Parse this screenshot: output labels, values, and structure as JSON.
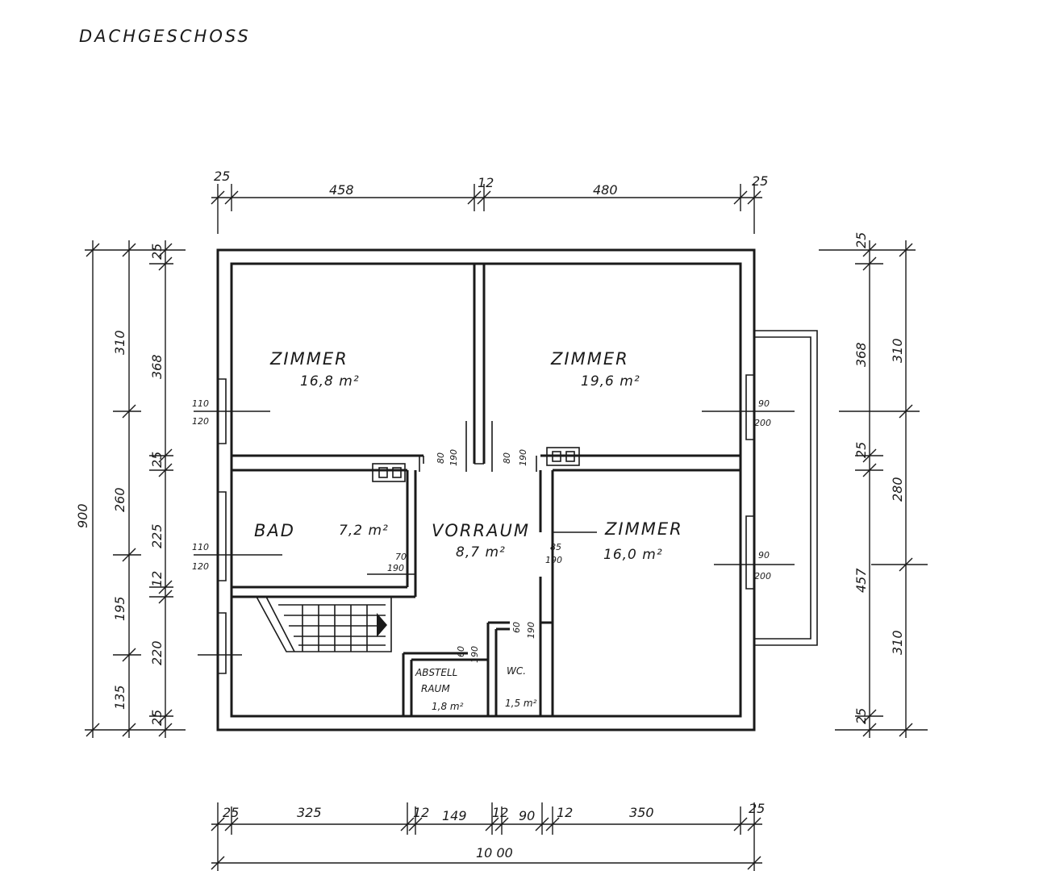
{
  "title": "DACHGESCHOSS",
  "rooms": {
    "zimmer_tl": {
      "name": "ZIMMER",
      "area": "16,8 m²"
    },
    "zimmer_tr": {
      "name": "ZIMMER",
      "area": "19,6 m²"
    },
    "zimmer_br": {
      "name": "ZIMMER",
      "area": "16,0 m²"
    },
    "bad": {
      "name": "BAD",
      "area": "7,2 m²"
    },
    "vorraum": {
      "name": "VORRAUM",
      "area": "8,7 m²"
    },
    "abstellraum": {
      "name1": "ABSTELL",
      "name2": "RAUM",
      "area": "1,8 m²"
    },
    "wc": {
      "name": "WC.",
      "area": "1,5 m²"
    }
  },
  "dims": {
    "top": [
      "25",
      "458",
      "12",
      "480",
      "25"
    ],
    "bottom": [
      "25",
      "325",
      "12",
      "149",
      "12",
      "90",
      "12",
      "350",
      "25"
    ],
    "bottom_total": "10 00",
    "left_outer": "900",
    "left_mid": [
      "310",
      "260",
      "195",
      "135"
    ],
    "left_inner": [
      "25",
      "368",
      "25",
      "225",
      "12",
      "220",
      "25"
    ],
    "right_inner": [
      "25",
      "368",
      "25",
      "457",
      "25"
    ],
    "right_outer": [
      "310",
      "280",
      "310"
    ]
  },
  "openings": {
    "win_tl": [
      "110",
      "120"
    ],
    "win_bad": [
      "110",
      "120"
    ],
    "win_tr": [
      "90",
      "200"
    ],
    "win_br": [
      "90",
      "200"
    ],
    "door_bad": [
      "70",
      "190"
    ],
    "door_zimmer_br": [
      "85",
      "190"
    ],
    "door_tl": [
      "80",
      "190"
    ],
    "door_tr": [
      "80",
      "190"
    ],
    "door_wc": [
      "60",
      "190"
    ],
    "door_abstell": [
      "60",
      "190"
    ]
  }
}
